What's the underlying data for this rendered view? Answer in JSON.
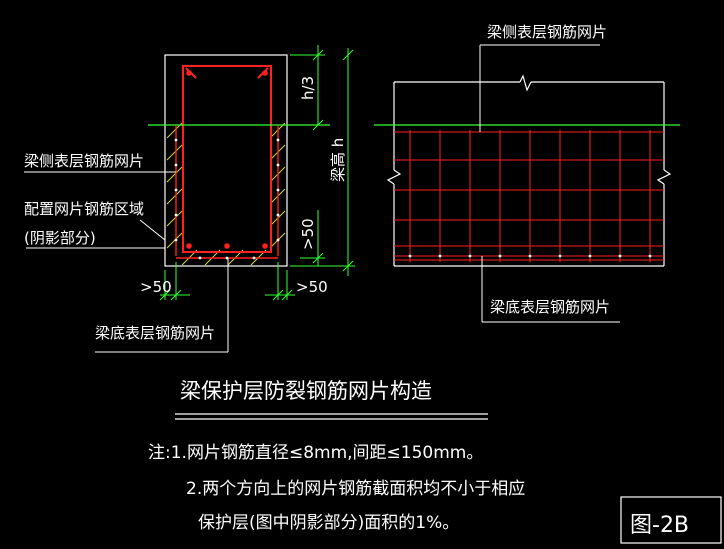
{
  "labels": {
    "side_mesh_left": "梁侧表层钢筋网片",
    "mesh_region_line1": "配置网片钢筋区域",
    "mesh_region_line2": "(阴影部分)",
    "bottom_mesh_left": "梁底表层钢筋网片",
    "side_mesh_right": "梁侧表层钢筋网片",
    "bottom_mesh_right": "梁底表层钢筋网片",
    "dim_h3": "h/3",
    "dim_h": "梁高 h",
    "dim_50_vertical": ">50",
    "dim_50_left": ">50",
    "dim_50_right": ">50"
  },
  "title": "梁保护层防裂钢筋网片构造",
  "notes": {
    "line1": "注:1.网片钢筋直径≤8mm,间距≤150mm。",
    "line2": "2.两个方向上的网片钢筋截面积均不小于相应",
    "line3": "保护层(图中阴影部分)面积的1%。"
  },
  "figure_label": "图-2B",
  "colors": {
    "background": "#000000",
    "outline": "#ffffff",
    "rebar_red": "#ff2020",
    "dimension_green": "#33ff33",
    "hatch_yellow": "#d8d840",
    "text": "#ffffff"
  }
}
